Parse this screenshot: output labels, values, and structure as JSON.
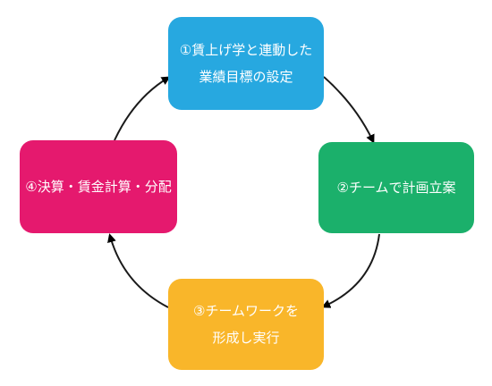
{
  "nodes": [
    {
      "id": "n1",
      "label": "①賃上げ学と連動した\n業績目標の設定",
      "color": "#27a8e0"
    },
    {
      "id": "n2",
      "label": "②チームで計画立案",
      "color": "#1bb06b"
    },
    {
      "id": "n3",
      "label": "③チームワークを\n形成し実行",
      "color": "#f9b62a"
    },
    {
      "id": "n4",
      "label": "④決算・賃金計算・分配",
      "color": "#e5196e"
    }
  ],
  "edges": [
    {
      "from": "n1",
      "to": "n2",
      "label": ""
    },
    {
      "from": "n2",
      "to": "n3",
      "label": ""
    },
    {
      "from": "n3",
      "to": "n4",
      "label": ""
    },
    {
      "from": "n4",
      "to": "n1",
      "label": ""
    }
  ]
}
